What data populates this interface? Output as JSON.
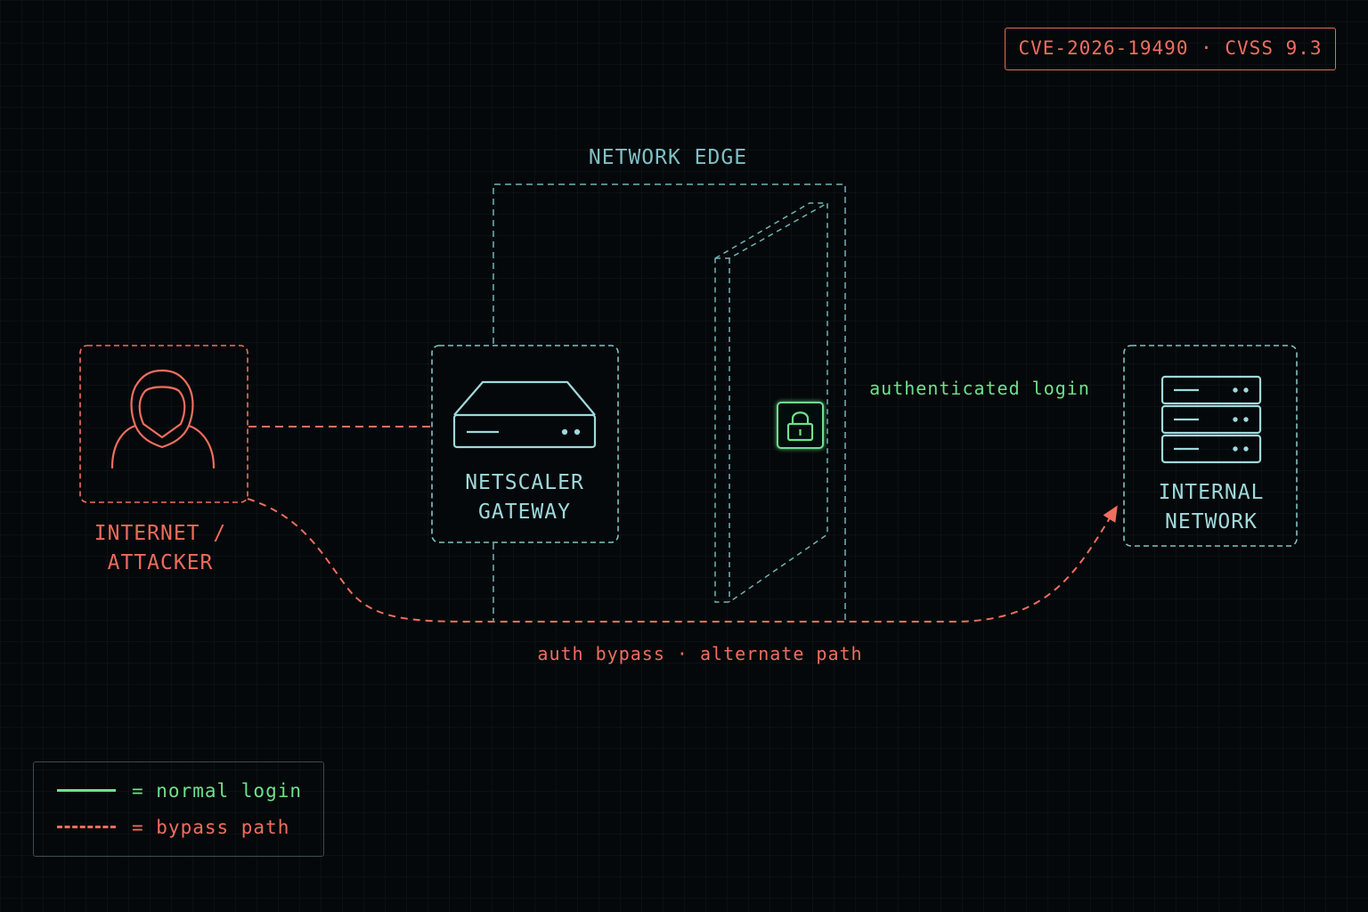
{
  "badge": {
    "text": "CVE-2026-19490 · CVSS 9.3"
  },
  "network_edge": {
    "label": "NETWORK EDGE"
  },
  "nodes": {
    "attacker": {
      "line1": "INTERNET /",
      "line2": "ATTACKER",
      "icon": "hooded-attacker-icon"
    },
    "gateway": {
      "line1": "NETSCALER",
      "line2": "GATEWAY",
      "icon": "gateway-appliance-icon"
    },
    "internal": {
      "line1": "INTERNAL",
      "line2": "NETWORK",
      "icon": "server-stack-icon"
    }
  },
  "edges": {
    "authenticated": {
      "label": "authenticated login"
    },
    "bypass": {
      "label": "auth bypass · alternate path"
    }
  },
  "legend": {
    "items": [
      {
        "symbol": "solid-line",
        "text": "= normal login"
      },
      {
        "symbol": "dashed-line",
        "text": "= bypass path"
      }
    ]
  },
  "colors": {
    "background": "#05080a",
    "attack_red": "#ef6e60",
    "login_green": "#6fe08c",
    "structure_cyan": "#7fc4c6"
  }
}
